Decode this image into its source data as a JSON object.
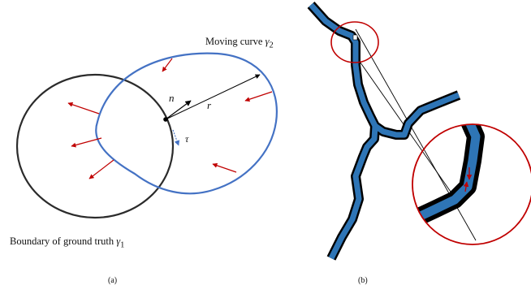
{
  "panel_a": {
    "moving_curve_label": "Moving curve",
    "moving_curve_symbol": "γ",
    "moving_curve_subscript": "2",
    "ground_truth_label": "Boundary of ground truth",
    "ground_truth_symbol": "γ",
    "ground_truth_subscript": "1",
    "normal_symbol": "n",
    "radius_symbol": "r",
    "tangent_symbol": "τ",
    "caption": "(a)"
  },
  "panel_b": {
    "caption": "(b)"
  },
  "colors": {
    "ground_truth_curve": "#2b2b2b",
    "moving_curve": "#4472c4",
    "force_arrows": "#c00000",
    "vessel_fill": "#2e75b6",
    "vessel_outline": "#000000",
    "zoom_circle": "#c00000"
  }
}
